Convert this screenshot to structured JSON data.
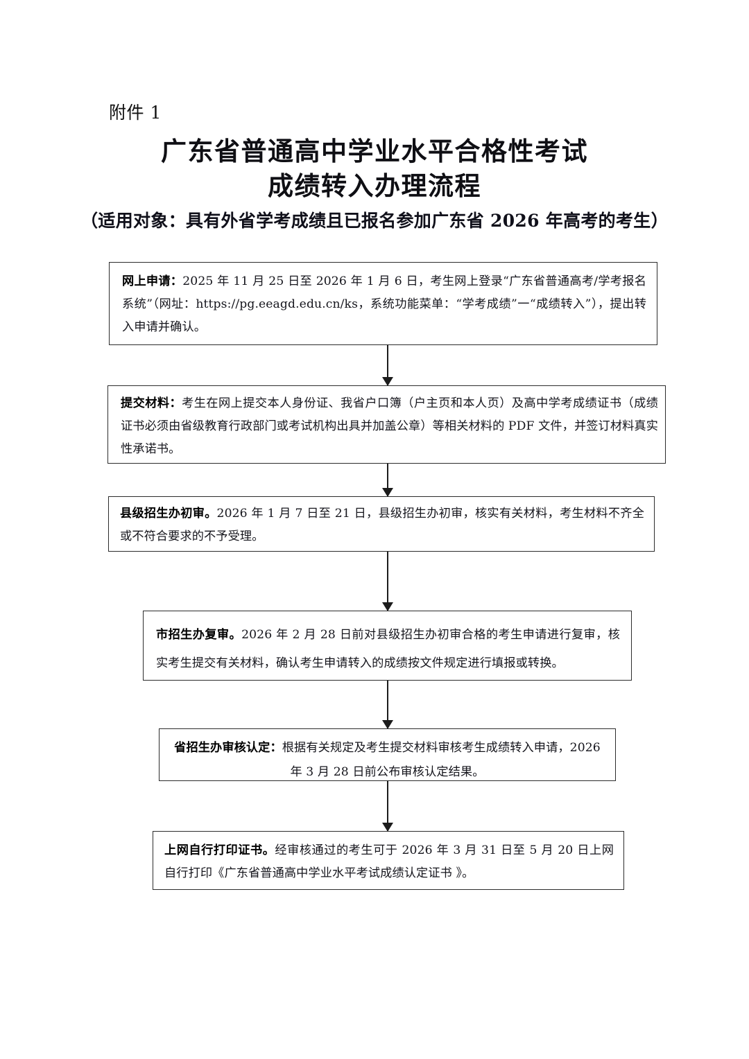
{
  "header": {
    "attachment_label": "附件 1",
    "title_line_1": "广东省普通高中学业水平合格性考试",
    "title_line_2": "成绩转入办理流程",
    "subtitle": "（适用对象：具有外省学考成绩且已报名参加广东省 2026 年高考的考生）"
  },
  "flow": {
    "steps": [
      {
        "id": "online-application",
        "heading": "网上申请：",
        "body": "2025 年 11 月 25 日至 2026 年 1 月 6 日，考生网上登录“广东省普通高考/学考报名系统”（网址：https://pg.eeagd.edu.cn/ks，系统功能菜单：“学考成绩”一“成绩转入”），提出转入申请并确认。",
        "full_text": "网上申请：2025 年 11 月 25 日至 2026 年 1 月 6 日，考生网上登录“广东省普通高考/学考报名系统”（网址：https://pg.eeagd.edu.cn/ks，系统功能菜单：“学考成绩”一“成绩转入”），提出转入申请并确认。",
        "url": "https://pg.eeagd.edu.cn/ks"
      },
      {
        "id": "submit-materials",
        "heading": "提交材料：",
        "body": "考生在网上提交本人身份证、我省户口簿（户主页和本人页）及高中学考成绩证书（成绩证书必须由省级教育行政部门或考试机构出具并加盖公章）等相关材料的 PDF 文件，并签订材料真实性承诺书。",
        "full_text": "提交材料：考生在网上提交本人身份证、我省户口簿（户主页和本人页）及高中学考成绩证书（成绩证书必须由省级教育行政部门或考试机构出具并加盖公章）等相关材料的 PDF 文件，并签订材料真实性承诺书。"
      },
      {
        "id": "county-preliminary-review",
        "heading": "县级招生办初审。",
        "body": "2026 年 1 月 7 日至 21 日，县级招生办初审，核实有关材料，考生材料不齐全或不符合要求的不予受理。",
        "full_text": "县级招生办初审。2026 年 1 月 7 日至 21 日，县级招生办初审，核实有关材料，考生材料不齐全或不符合要求的不予受理。"
      },
      {
        "id": "city-re-review",
        "heading": "市招生办复审。",
        "body": "2026 年 2 月 28 日前对县级招生办初审合格的考生申请进行复审，核实考生提交有关材料，确认考生申请转入的成绩按文件规定进行填报或转换。",
        "full_text": "市招生办复审。2026 年 2 月 28 日前对县级招生办初审合格的考生申请进行复审，核实考生提交有关材料，确认考生申请转入的成绩按文件规定进行填报或转换。"
      },
      {
        "id": "province-review-confirmation",
        "heading": "省招生办审核认定：",
        "body": "根据有关规定及考生提交材料审核考生成绩转入申请，2026 年 3 月 28 日前公布审核认定结果。",
        "full_text": "省招生办审核认定：根据有关规定及考生提交材料审核考生成绩转入申请，2026 年 3 月 28 日前公布审核认定结果。"
      },
      {
        "id": "print-certificate",
        "heading": "上网自行打印证书。",
        "body": "经审核通过的考生可于 2026 年 3 月 31 日至 5 月 20 日上网自行打印《广东省普通高中学业水平考试成绩认定证书 》。",
        "full_text": "上网自行打印证书。经审核通过的考生可于 2026 年 3 月 31 日至 5 月 20 日上网自行打印《广东省普通高中学业水平考试成绩认定证书 》。"
      }
    ]
  },
  "colors": {
    "text": "#15151c",
    "border": "#2b2b2b",
    "page_background": "#ffffff",
    "connector": "#1c1c1c"
  }
}
